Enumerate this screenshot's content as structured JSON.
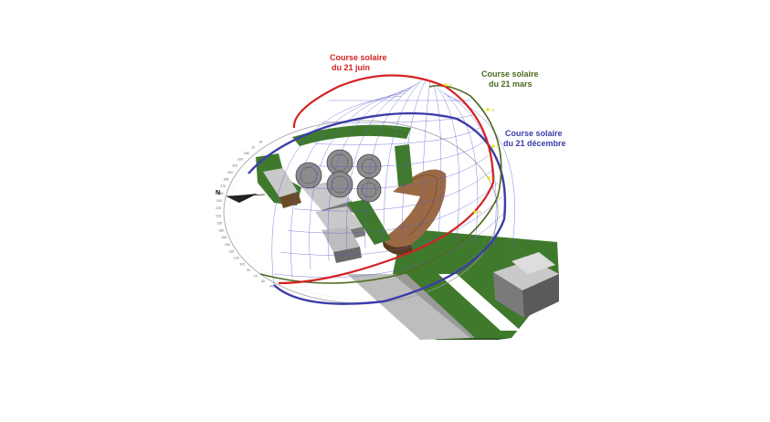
{
  "labels": {
    "june": [
      "Course solaire",
      "du 21 juin"
    ],
    "march": [
      "Course solaire",
      "du 21 mars"
    ],
    "december": [
      "Course solaire",
      "du 21 décembre"
    ],
    "north": "N"
  },
  "compass_ticks": [
    "30",
    "15",
    "345",
    "330",
    "315",
    "300",
    "285",
    "270",
    "255",
    "240",
    "225",
    "210",
    "195",
    "180",
    "165",
    "150",
    "135",
    "120",
    "105",
    "90",
    "75",
    "60",
    "45"
  ],
  "hour_markers": [
    "12",
    "13",
    "14",
    "15",
    "16"
  ],
  "colors": {
    "june": "#d32222",
    "march": "#4d6a1f",
    "december": "#3c3ca8",
    "grid": "#5a5ad0",
    "marker": "#e8e000",
    "lawn": "#3f7a2c",
    "building_roof": "#c9c9c9",
    "curved_roof": "#9b6a45",
    "road": "#bdbdbd"
  }
}
